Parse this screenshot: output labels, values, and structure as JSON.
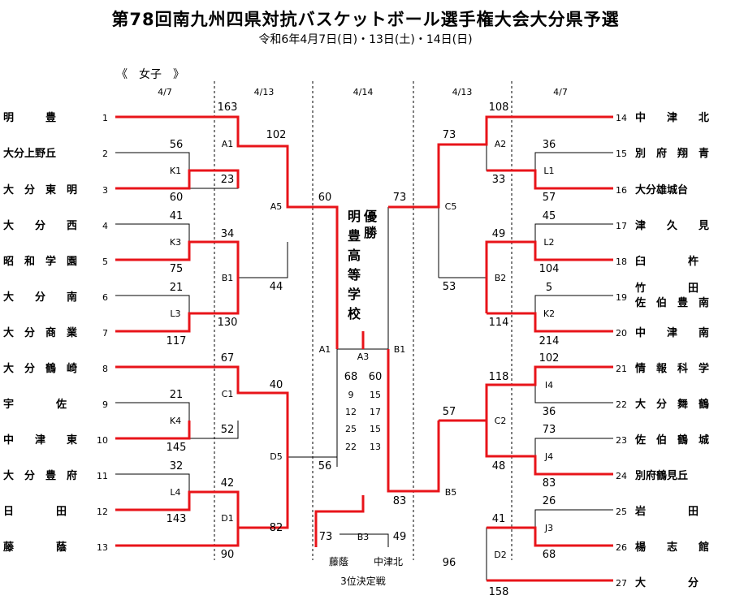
{
  "title": "第78回南九州四県対抗バスケットボール選手権大会大分県予選",
  "subtitle": "令和6年4月7日(日)・13日(土)・14日(日)",
  "category": "《　女子　》",
  "dates": [
    "4/7",
    "4/13",
    "4/14",
    "4/13",
    "4/7"
  ],
  "left_teams": [
    {
      "name": "明　　　豊",
      "seed": "1"
    },
    {
      "name": "大分上野丘",
      "seed": "2"
    },
    {
      "name": "大　分　東　明",
      "seed": "3"
    },
    {
      "name": "大　　分　　西",
      "seed": "4"
    },
    {
      "name": "昭　和　学　園",
      "seed": "5"
    },
    {
      "name": "大　　分　　南",
      "seed": "6"
    },
    {
      "name": "大　分　商　業",
      "seed": "7"
    },
    {
      "name": "大　分　鶴　崎",
      "seed": "8"
    },
    {
      "name": "宇　　　　佐",
      "seed": "9"
    },
    {
      "name": "中　　津　　東",
      "seed": "10"
    },
    {
      "name": "大　分　豊　府",
      "seed": "11"
    },
    {
      "name": "日　　　　田",
      "seed": "12"
    },
    {
      "name": "藤　　　　蔭",
      "seed": "13"
    }
  ],
  "right_teams": [
    {
      "name": "中　　津　　北",
      "seed": "14"
    },
    {
      "name": "別　府　翔　青",
      "seed": "15"
    },
    {
      "name": "大分雄城台",
      "seed": "16"
    },
    {
      "name": "津　　久　　見",
      "seed": "17"
    },
    {
      "name": "臼　　　　杵",
      "seed": "18"
    },
    {
      "name": "竹　　　　田",
      "name2": "佐　伯　豊　南",
      "seed": "19"
    },
    {
      "name": "中　　津　　南",
      "seed": "20"
    },
    {
      "name": "情　報　科　学",
      "seed": "21"
    },
    {
      "name": "大　分　舞　鶴",
      "seed": "22"
    },
    {
      "name": "佐　伯　鶴　城",
      "seed": "23"
    },
    {
      "name": "別府鶴見丘",
      "seed": "24"
    },
    {
      "name": "岩　　　　田",
      "seed": "25"
    },
    {
      "name": "楊　　志　　館",
      "seed": "26"
    },
    {
      "name": "大　　　　分",
      "seed": "27"
    }
  ],
  "champion_label": "優勝",
  "champion": "明豊高等学校",
  "codes": [
    "A1",
    "K1",
    "K3",
    "B1",
    "L3",
    "A5",
    "C1",
    "K4",
    "D5",
    "L4",
    "D1",
    "A1",
    "A3",
    "B1",
    "B3",
    "A2",
    "L1",
    "C5",
    "L2",
    "B2",
    "K2",
    "I4",
    "C2",
    "J4",
    "B5",
    "J3",
    "D2"
  ],
  "scores": [
    "163",
    "23",
    "56",
    "60",
    "102",
    "41",
    "34",
    "75",
    "44",
    "21",
    "130",
    "117",
    "60",
    "67",
    "21",
    "52",
    "40",
    "145",
    "32",
    "42",
    "143",
    "56",
    "82",
    "90",
    "73",
    "108",
    "36",
    "33",
    "57",
    "73",
    "45",
    "49",
    "104",
    "53",
    "5",
    "114",
    "214",
    "102",
    "118",
    "36",
    "57",
    "73",
    "48",
    "83",
    "83",
    "26",
    "41",
    "68",
    "96",
    "158"
  ],
  "final_set_scores": [
    [
      "68",
      "60"
    ],
    [
      "9",
      "15"
    ],
    [
      "12",
      "17"
    ],
    [
      "25",
      "15"
    ],
    [
      "22",
      "13"
    ]
  ],
  "third_place": {
    "label": "3位決定戦",
    "left_team": "藤蔭",
    "right_team": "中津北",
    "left_score": "73",
    "right_score": "49"
  }
}
